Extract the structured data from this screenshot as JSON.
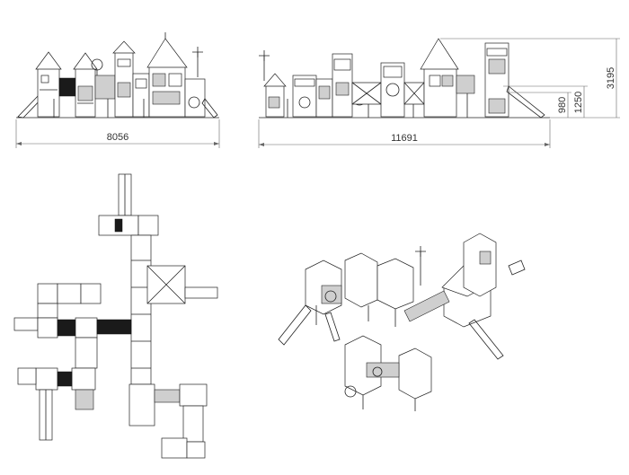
{
  "dimensions": {
    "front_width": "8056",
    "side_width": "11691",
    "height_total": "3195",
    "height_mid": "1250",
    "height_low": "980"
  },
  "views": [
    "front-elevation",
    "side-elevation",
    "plan-view",
    "isometric-view"
  ]
}
